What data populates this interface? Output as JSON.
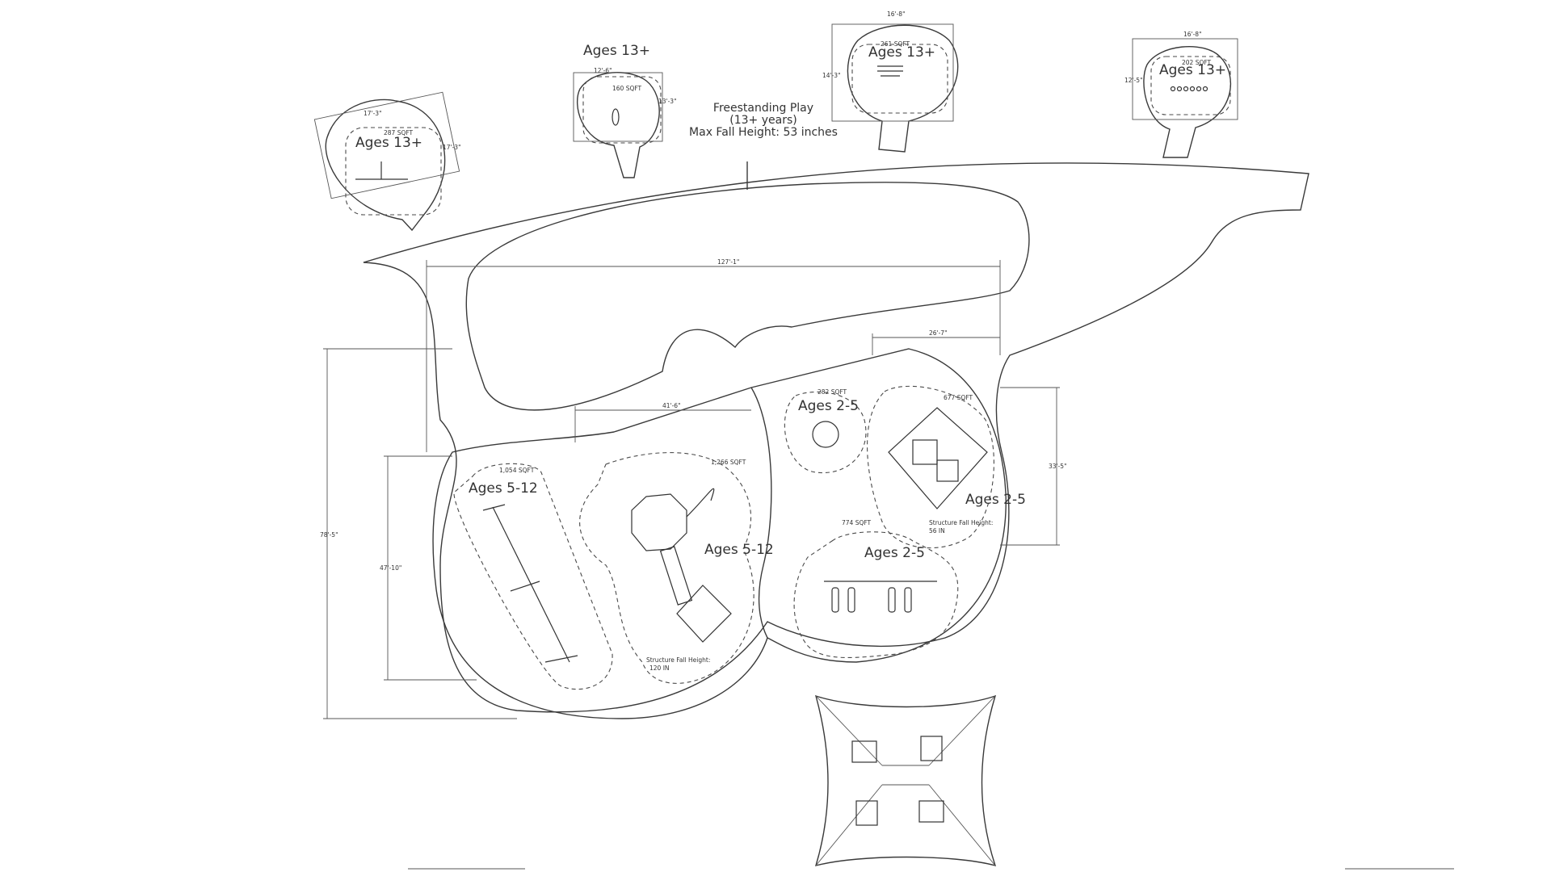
{
  "zones": {
    "teen_1": {
      "age": "Ages 13+",
      "area": "287 SQFT",
      "dim_w": "17'-3\"",
      "dim_h": "17'-3\""
    },
    "teen_2": {
      "age": "Ages 13+",
      "area": "160 SQFT",
      "dim_w": "12'-6\"",
      "dim_h": "13'-3\""
    },
    "teen_3": {
      "age": "Ages 13+",
      "area": "261 SQFT",
      "dim_w": "16'-8\"",
      "dim_h": "14'-3\""
    },
    "teen_4": {
      "age": "Ages 13+",
      "area": "202 SQFT",
      "dim_w": "16'-8\"",
      "dim_h": "12'-5\""
    },
    "school_swings": {
      "age": "Ages 5-12",
      "area": "1,054 SQFT"
    },
    "school_structure": {
      "age": "Ages 5-12",
      "area": "1,266 SQFT",
      "fall_label": "Structure Fall Height:",
      "fall_value": "120 IN"
    },
    "tot_spinner": {
      "age": "Ages 2-5",
      "area": "282 SQFT"
    },
    "tot_structure": {
      "age": "Ages 2-5",
      "area": "677 SQFT",
      "fall_label": "Structure Fall Height:",
      "fall_value": "56 IN"
    },
    "tot_swings": {
      "age": "Ages 2-5",
      "area": "774 SQFT"
    }
  },
  "freestanding": {
    "title": "Freestanding Play",
    "subtitle": "(13+ years)",
    "fall": "Max Fall Height: 53 inches"
  },
  "dimensions": {
    "overall_width": "127'-1\"",
    "overall_height": "78'-5\"",
    "left_height": "47'-10\"",
    "school_width": "41'-6\"",
    "tot_width": "26'-7\"",
    "tot_height": "33'-5\""
  },
  "colors": {
    "line": "#3a3a3a",
    "background": "#ffffff"
  }
}
